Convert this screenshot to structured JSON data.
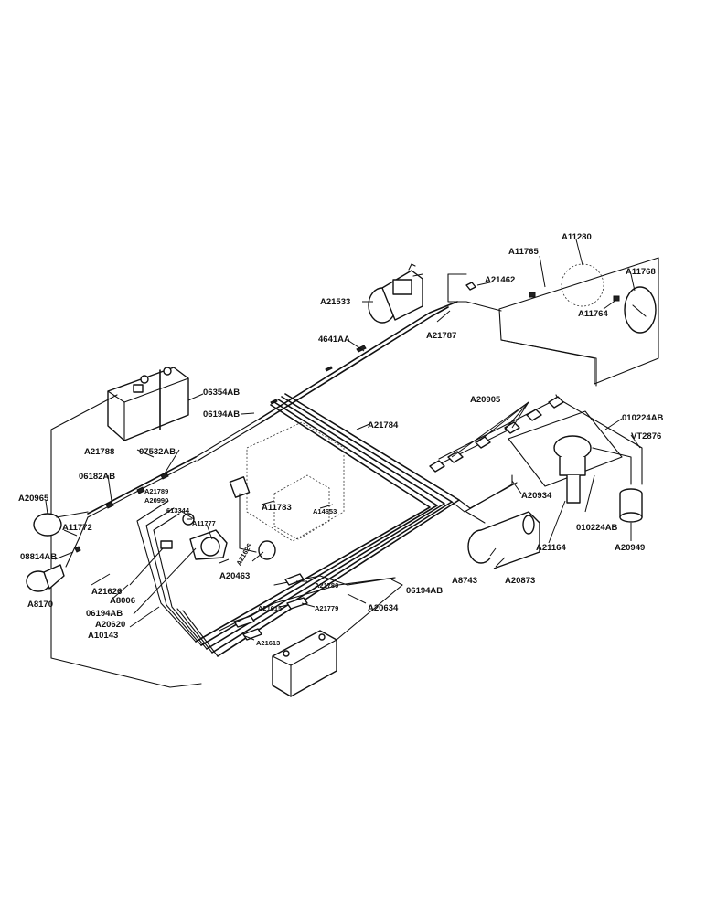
{
  "labels": {
    "a11280": "A11280",
    "a11765": "A11765",
    "a11768": "A11768",
    "a11764": "A11764",
    "a21462": "A21462",
    "a21533": "A21533",
    "a21787": "A21787",
    "p4641aa": "4641AA",
    "p06354ab": "06354AB",
    "p06194ab_top": "06194AB",
    "a21784": "A21784",
    "a20905": "A20905",
    "p010224ab_top": "010224AB",
    "vt2876": "VT2876",
    "a21788": "A21788",
    "p07532ab": "07532AB",
    "p06182ab": "06182AB",
    "a21789": "A21789",
    "a20990": "A20990",
    "p613344": "613344",
    "a11777": "A11777",
    "a11783": "A11783",
    "a14653": "A14653",
    "a20965": "A20965",
    "a11772": "A11772",
    "a20934": "A20934",
    "a21164": "A21164",
    "p010224ab_bot": "010224AB",
    "a20949": "A20949",
    "p08814ab": "08814AB",
    "a21626_mid": "A21626",
    "a21626": "A21626",
    "a20463": "A20463",
    "a8006": "A8006",
    "a8170": "A8170",
    "p06194ab_left": "06194AB",
    "a20620": "A20620",
    "a10143": "A10143",
    "a8743": "A8743",
    "a20873": "A20873",
    "a21780": "A21780",
    "p06194ab_right": "06194AB",
    "a21615": "A21615",
    "a21779": "A21779",
    "a20634": "A20634",
    "a21613": "A21613"
  }
}
